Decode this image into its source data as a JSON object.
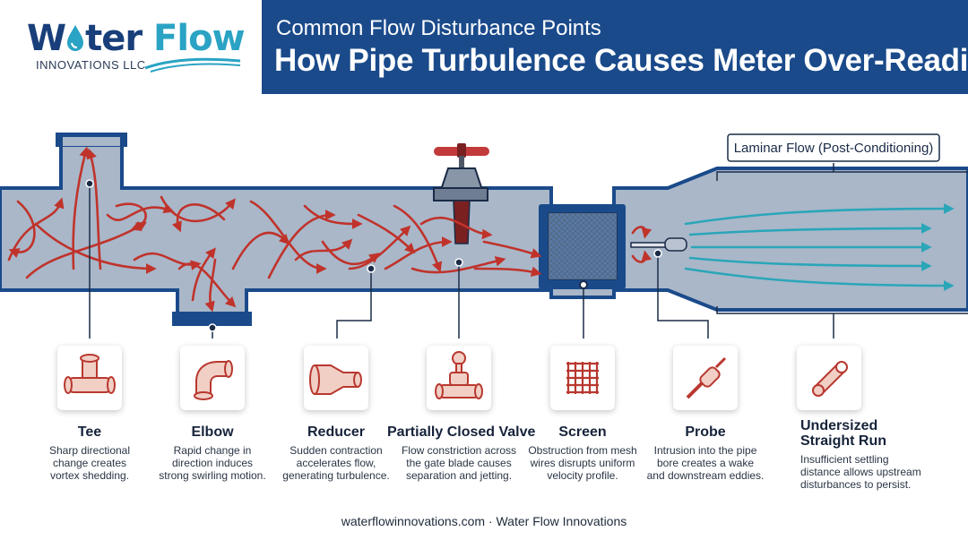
{
  "logo": {
    "name_part1": "W",
    "name_part2": "ter",
    "name_part3": "Flow",
    "subtitle": "INNOVATIONS LLC"
  },
  "header": {
    "subtitle": "Common Flow Disturbance Points",
    "title": "How Pipe Turbulence Causes Meter Over-Reading"
  },
  "diagram": {
    "laminar_label": "Laminar Flow (Post-Conditioning)"
  },
  "points": [
    {
      "icon": "tee-fitting-icon",
      "title": "Tee",
      "description": [
        "Sharp directional",
        "change creates",
        "vortex shedding."
      ]
    },
    {
      "icon": "elbow-fitting-icon",
      "title": "Elbow",
      "description": [
        "Rapid change in",
        "direction induces",
        "strong swirling motion."
      ]
    },
    {
      "icon": "reducer-fitting-icon",
      "title": "Reducer",
      "description": [
        "Sudden contraction",
        "accelerates flow,",
        "generating turbulence."
      ]
    },
    {
      "icon": "gate-valve-icon",
      "title": "Partially Closed Valve",
      "description": [
        "Flow constriction across",
        "the gate blade causes",
        "separation and jetting."
      ]
    },
    {
      "icon": "mesh-screen-icon",
      "title": "Screen",
      "description": [
        "Obstruction from mesh",
        "wires disrupts uniform",
        "velocity profile."
      ]
    },
    {
      "icon": "probe-icon",
      "title": "Probe",
      "description": [
        "Intrusion into the pipe",
        "bore creates a wake",
        "and downstream eddies."
      ]
    },
    {
      "icon": "straight-pipe-icon",
      "title": "Undersized Straight Run",
      "description": [
        "Insufficient settling",
        "distance allows upstream",
        "disturbances to persist."
      ]
    }
  ],
  "colors": {
    "navy": "#1a4a8a",
    "pipe_fill": "#a9b7c9",
    "turbulent_arrow": "#c0332b",
    "laminar_arrow": "#2aa6b8",
    "valve_handle": "#c23a3a"
  },
  "footer": {
    "text": "waterflowinnovations.com · Water Flow Innovations"
  }
}
